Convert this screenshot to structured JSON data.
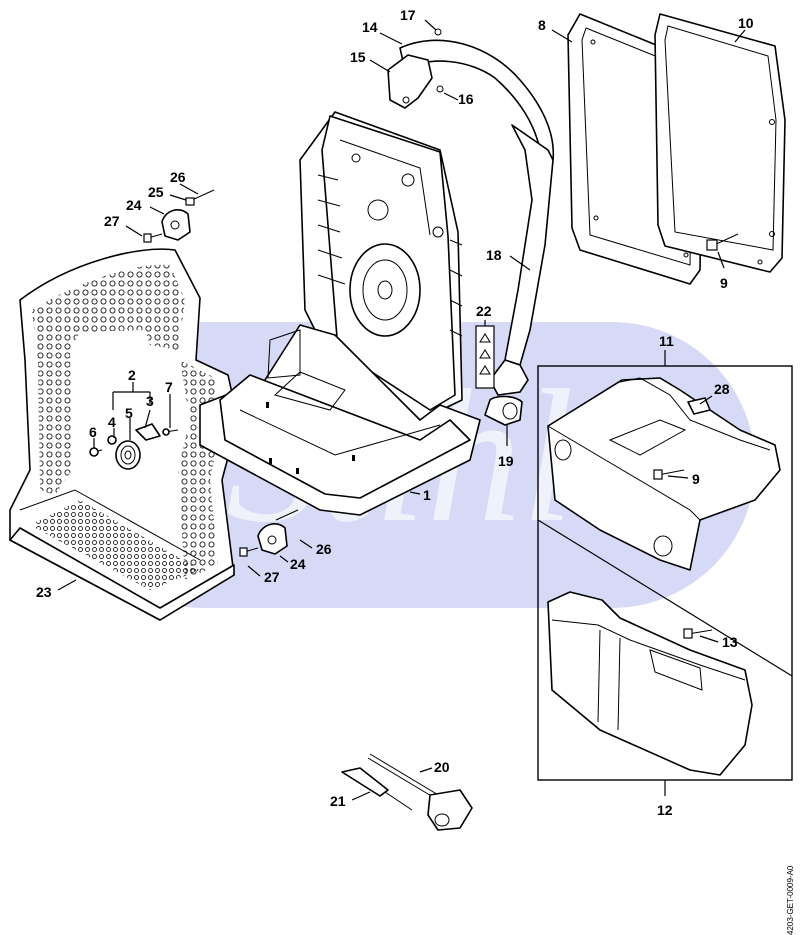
{
  "diagram": {
    "document_code": "4203-GET-0009-A0",
    "watermark_text": "Stihl",
    "watermark_color": "#cfd3f5",
    "callouts": [
      "1",
      "2",
      "3",
      "4",
      "5",
      "6",
      "7",
      "8",
      "9",
      "9",
      "10",
      "11",
      "12",
      "13",
      "14",
      "15",
      "16",
      "17",
      "18",
      "19",
      "20",
      "21",
      "22",
      "23",
      "24",
      "24",
      "25",
      "26",
      "26",
      "27",
      "27",
      "28"
    ]
  }
}
